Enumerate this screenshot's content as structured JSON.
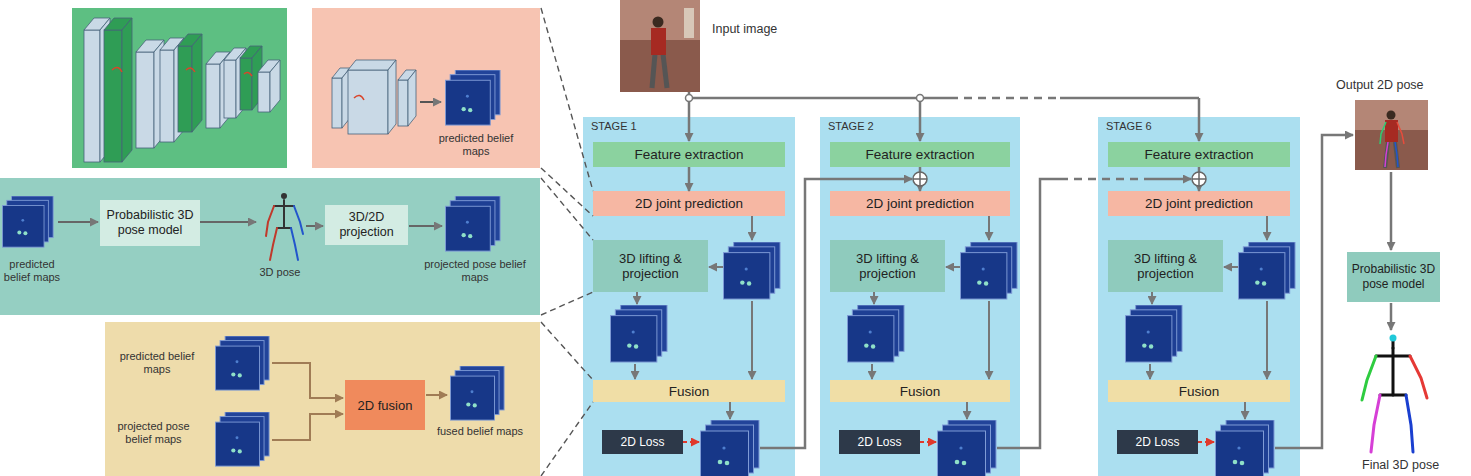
{
  "diagram": {
    "nodes": [
      {
        "text": [
          "predicted belief maps"
        ]
      },
      {
        "text": [
          "predicted belief maps",
          "3D pose",
          "projected pose belief maps"
        ]
      },
      {
        "text": [
          "Probabilistic 3D pose model"
        ],
        "in": 1
      },
      {
        "text": [
          "3D/2D projection"
        ],
        "in": 1
      },
      {
        "text": [
          "predicted belief maps",
          "projected pose belief maps",
          "fused belief maps"
        ]
      },
      {
        "text": [
          "2D fusion"
        ],
        "in": 4
      },
      {
        "text": [
          "STAGE 1"
        ]
      },
      {
        "text": [
          "Feature extraction"
        ],
        "in": 6
      },
      {
        "text": [
          "2D joint prediction"
        ],
        "in": 6
      },
      {
        "text": [
          "3D lifting & projection"
        ],
        "in": 6
      },
      {
        "text": [
          "Fusion"
        ],
        "in": 6
      },
      {
        "text": [
          "2D Loss"
        ],
        "in": 6
      },
      {
        "text": [
          "STAGE 2"
        ]
      },
      {
        "text": [
          "Feature extraction"
        ],
        "in": 12
      },
      {
        "text": [
          "2D joint prediction"
        ],
        "in": 12
      },
      {
        "text": [
          "3D lifting & projection"
        ],
        "in": 12
      },
      {
        "text": [
          "Fusion"
        ],
        "in": 12
      },
      {
        "text": [
          "2D Loss"
        ],
        "in": 12
      },
      {
        "text": [
          "STAGE 6"
        ]
      },
      {
        "text": [
          "Feature extraction"
        ],
        "in": 18
      },
      {
        "text": [
          "2D joint prediction"
        ],
        "in": 18
      },
      {
        "text": [
          "3D lifting & projection"
        ],
        "in": 18
      },
      {
        "text": [
          "Fusion"
        ],
        "in": 18
      },
      {
        "text": [
          "2D Loss"
        ],
        "in": 18
      },
      {
        "text": [
          "Probabilistic 3D pose model"
        ]
      }
    ],
    "edges": [
      {
        "from": 7,
        "to": 8,
        "arrow": "to"
      },
      {
        "from": 13,
        "to": 14,
        "arrow": "to"
      },
      {
        "from": 19,
        "to": 20,
        "arrow": "to"
      }
    ],
    "labels": [
      "Input image",
      "Output 2D pose",
      "Final 3D pose"
    ]
  }
}
